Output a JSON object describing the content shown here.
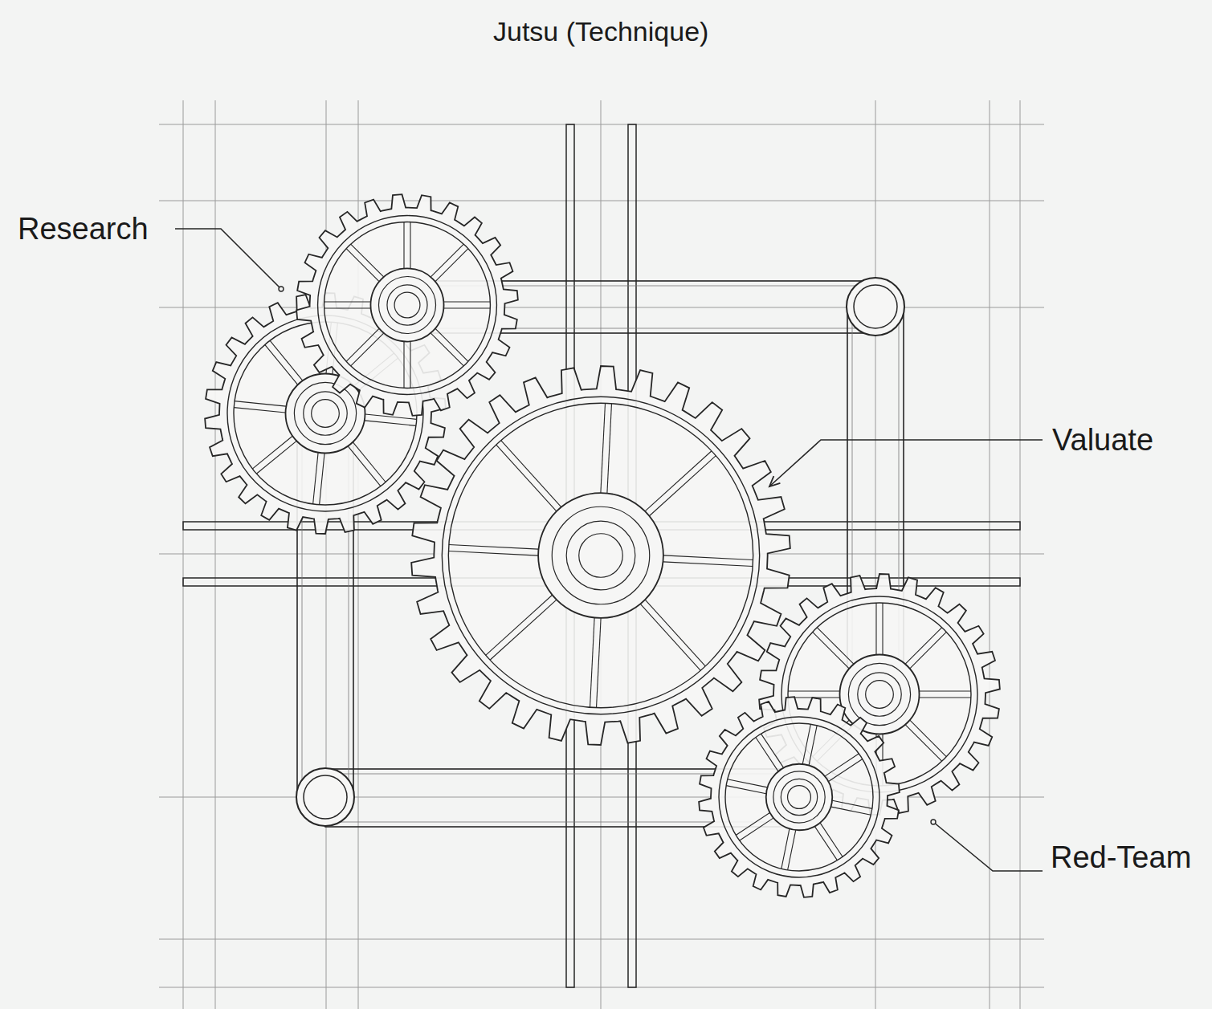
{
  "diagram": {
    "title": "Jutsu (Technique)",
    "labels": [
      "Research",
      "Valuate",
      "Red-Team"
    ]
  }
}
